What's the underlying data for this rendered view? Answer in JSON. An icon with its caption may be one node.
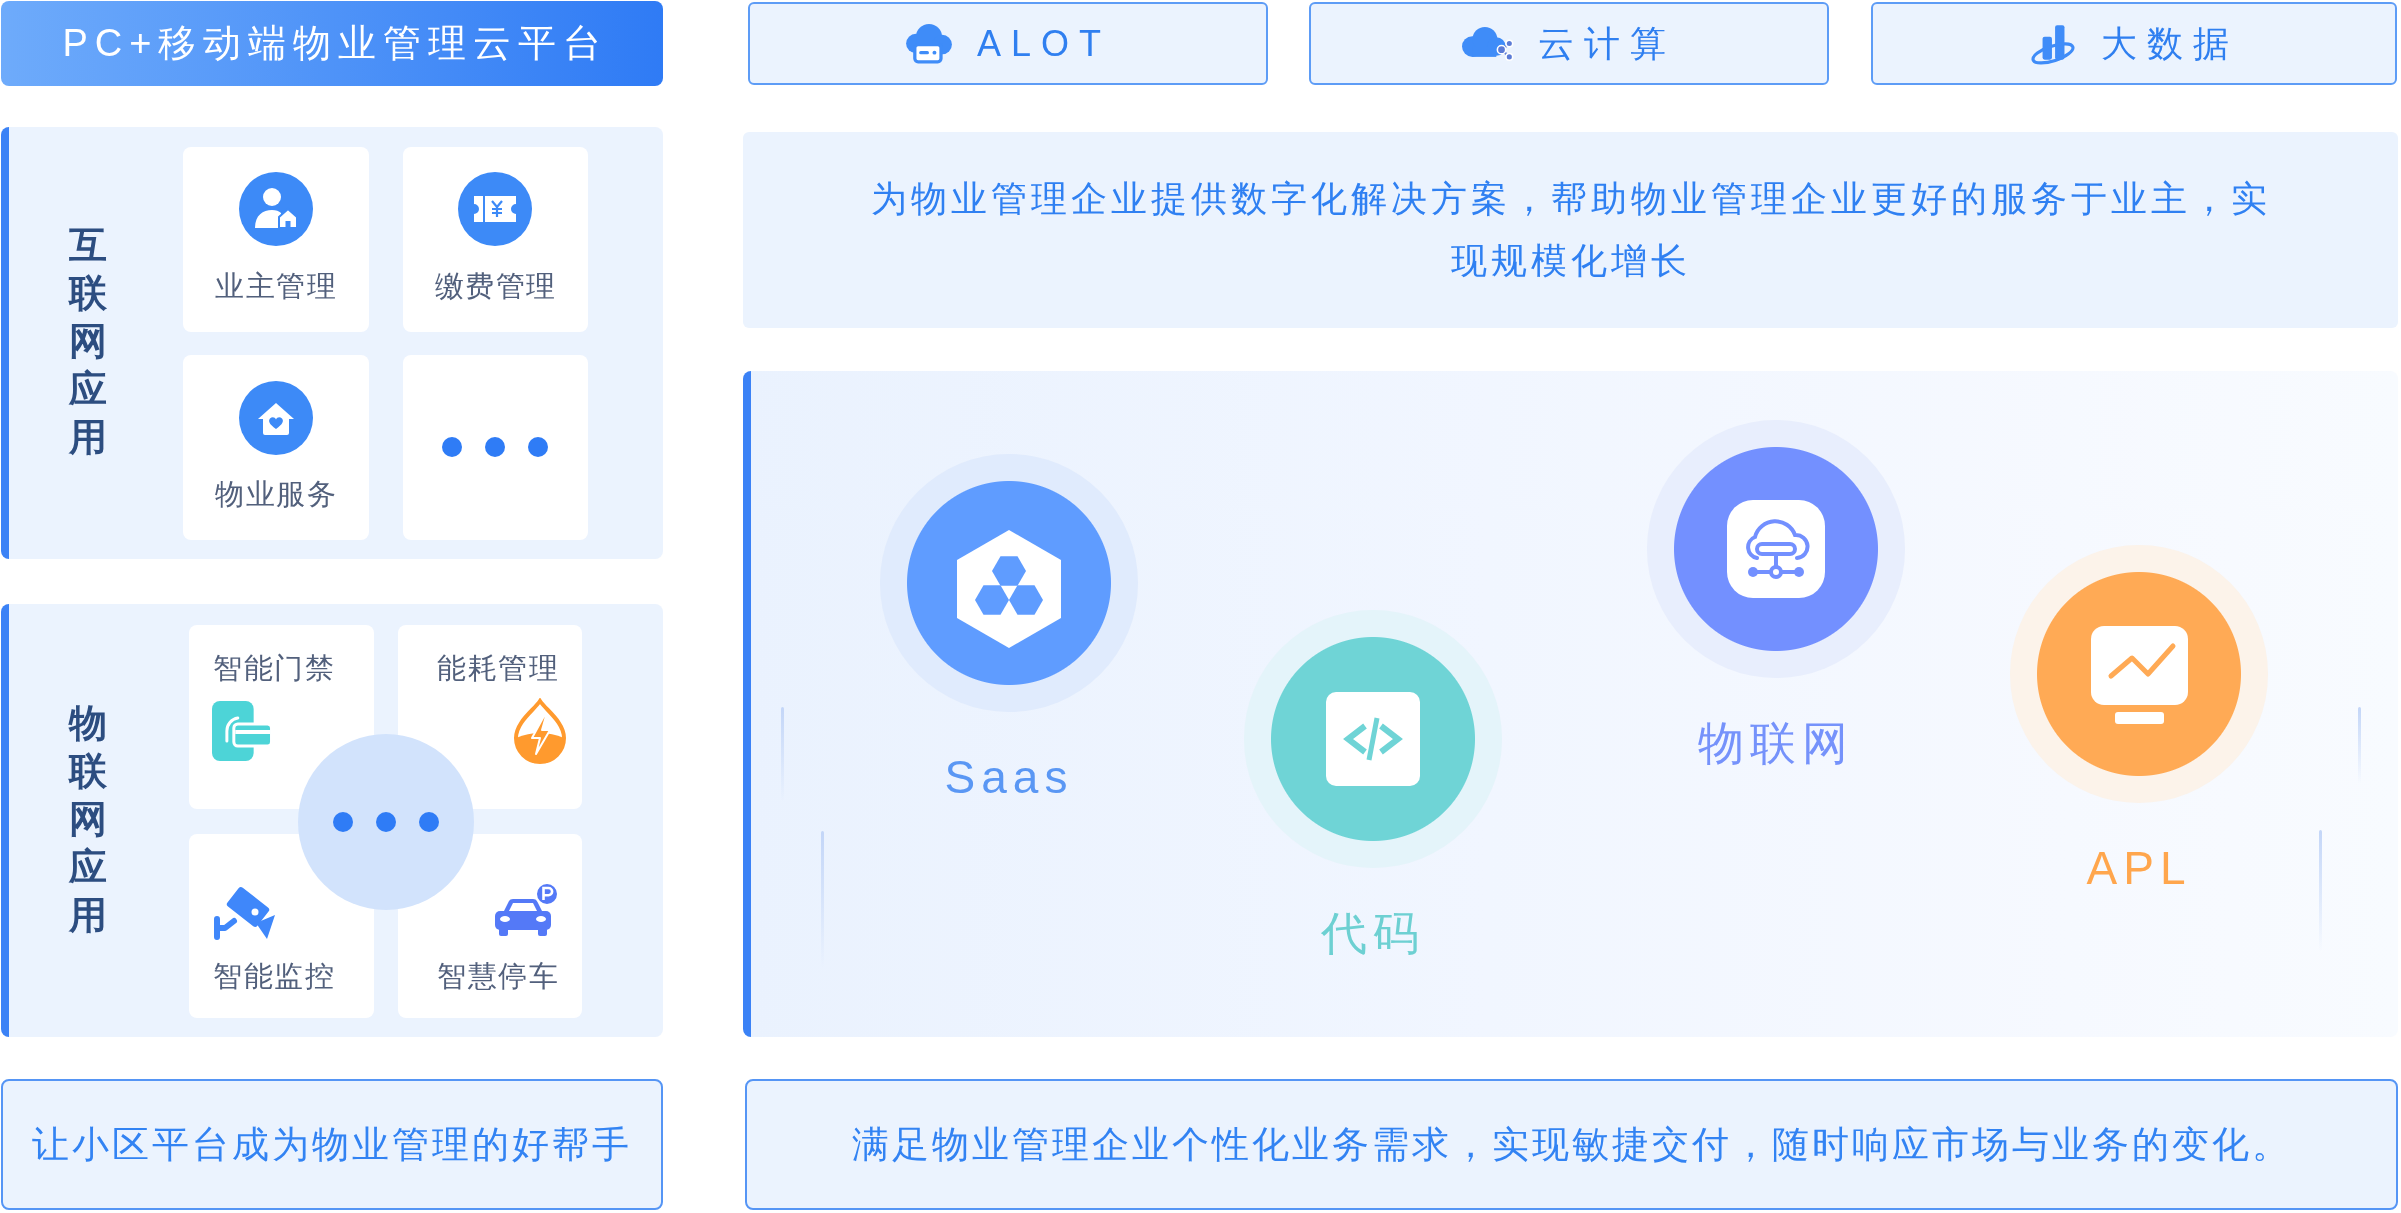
{
  "diagram": {
    "nodes": [
      {
        "text": [
          "PC+移动端物业管理云平台"
        ]
      },
      {
        "text": [
          "ALOT"
        ]
      },
      {
        "text": [
          "云计算"
        ]
      },
      {
        "text": [
          "大数据"
        ]
      },
      {
        "text": [
          "互联网应用"
        ]
      },
      {
        "text": [
          "业主管理"
        ],
        "in": 4
      },
      {
        "text": [
          "缴费管理"
        ],
        "in": 4
      },
      {
        "text": [
          "物业服务"
        ],
        "in": 4
      },
      {
        "text": [],
        "shape": "box",
        "in": 4
      },
      {
        "text": [
          "物联网应用"
        ]
      },
      {
        "text": [
          "智能门禁"
        ],
        "in": 9
      },
      {
        "text": [
          "能耗管理"
        ],
        "in": 9
      },
      {
        "text": [
          "智能监控"
        ],
        "in": 9
      },
      {
        "text": [
          "智慧停车"
        ],
        "in": 9
      },
      {
        "text": [],
        "shape": "circle",
        "in": 9
      },
      {
        "text": [
          "让小区平台成为物业管理的好帮手"
        ]
      },
      {
        "text": [
          "为物业管理企业提供数字化解决方案，帮助物业管理企业更好的服务于业主，实现规模化增长"
        ]
      },
      {
        "text": [],
        "shape": "box"
      },
      {
        "text": [],
        "shape": "circle",
        "beside": [
          "Saas"
        ],
        "in": 17
      },
      {
        "text": [],
        "shape": "circle",
        "beside": [
          "代码"
        ],
        "in": 17
      },
      {
        "text": [],
        "shape": "circle",
        "beside": [
          "物联网"
        ],
        "in": 17
      },
      {
        "text": [],
        "shape": "circle",
        "beside": [
          "APL"
        ],
        "in": 17
      },
      {
        "text": [
          "满足物业管理企业个性化业务需求，实现敏捷交付，随时响应市场与业务的变化。"
        ]
      }
    ]
  }
}
